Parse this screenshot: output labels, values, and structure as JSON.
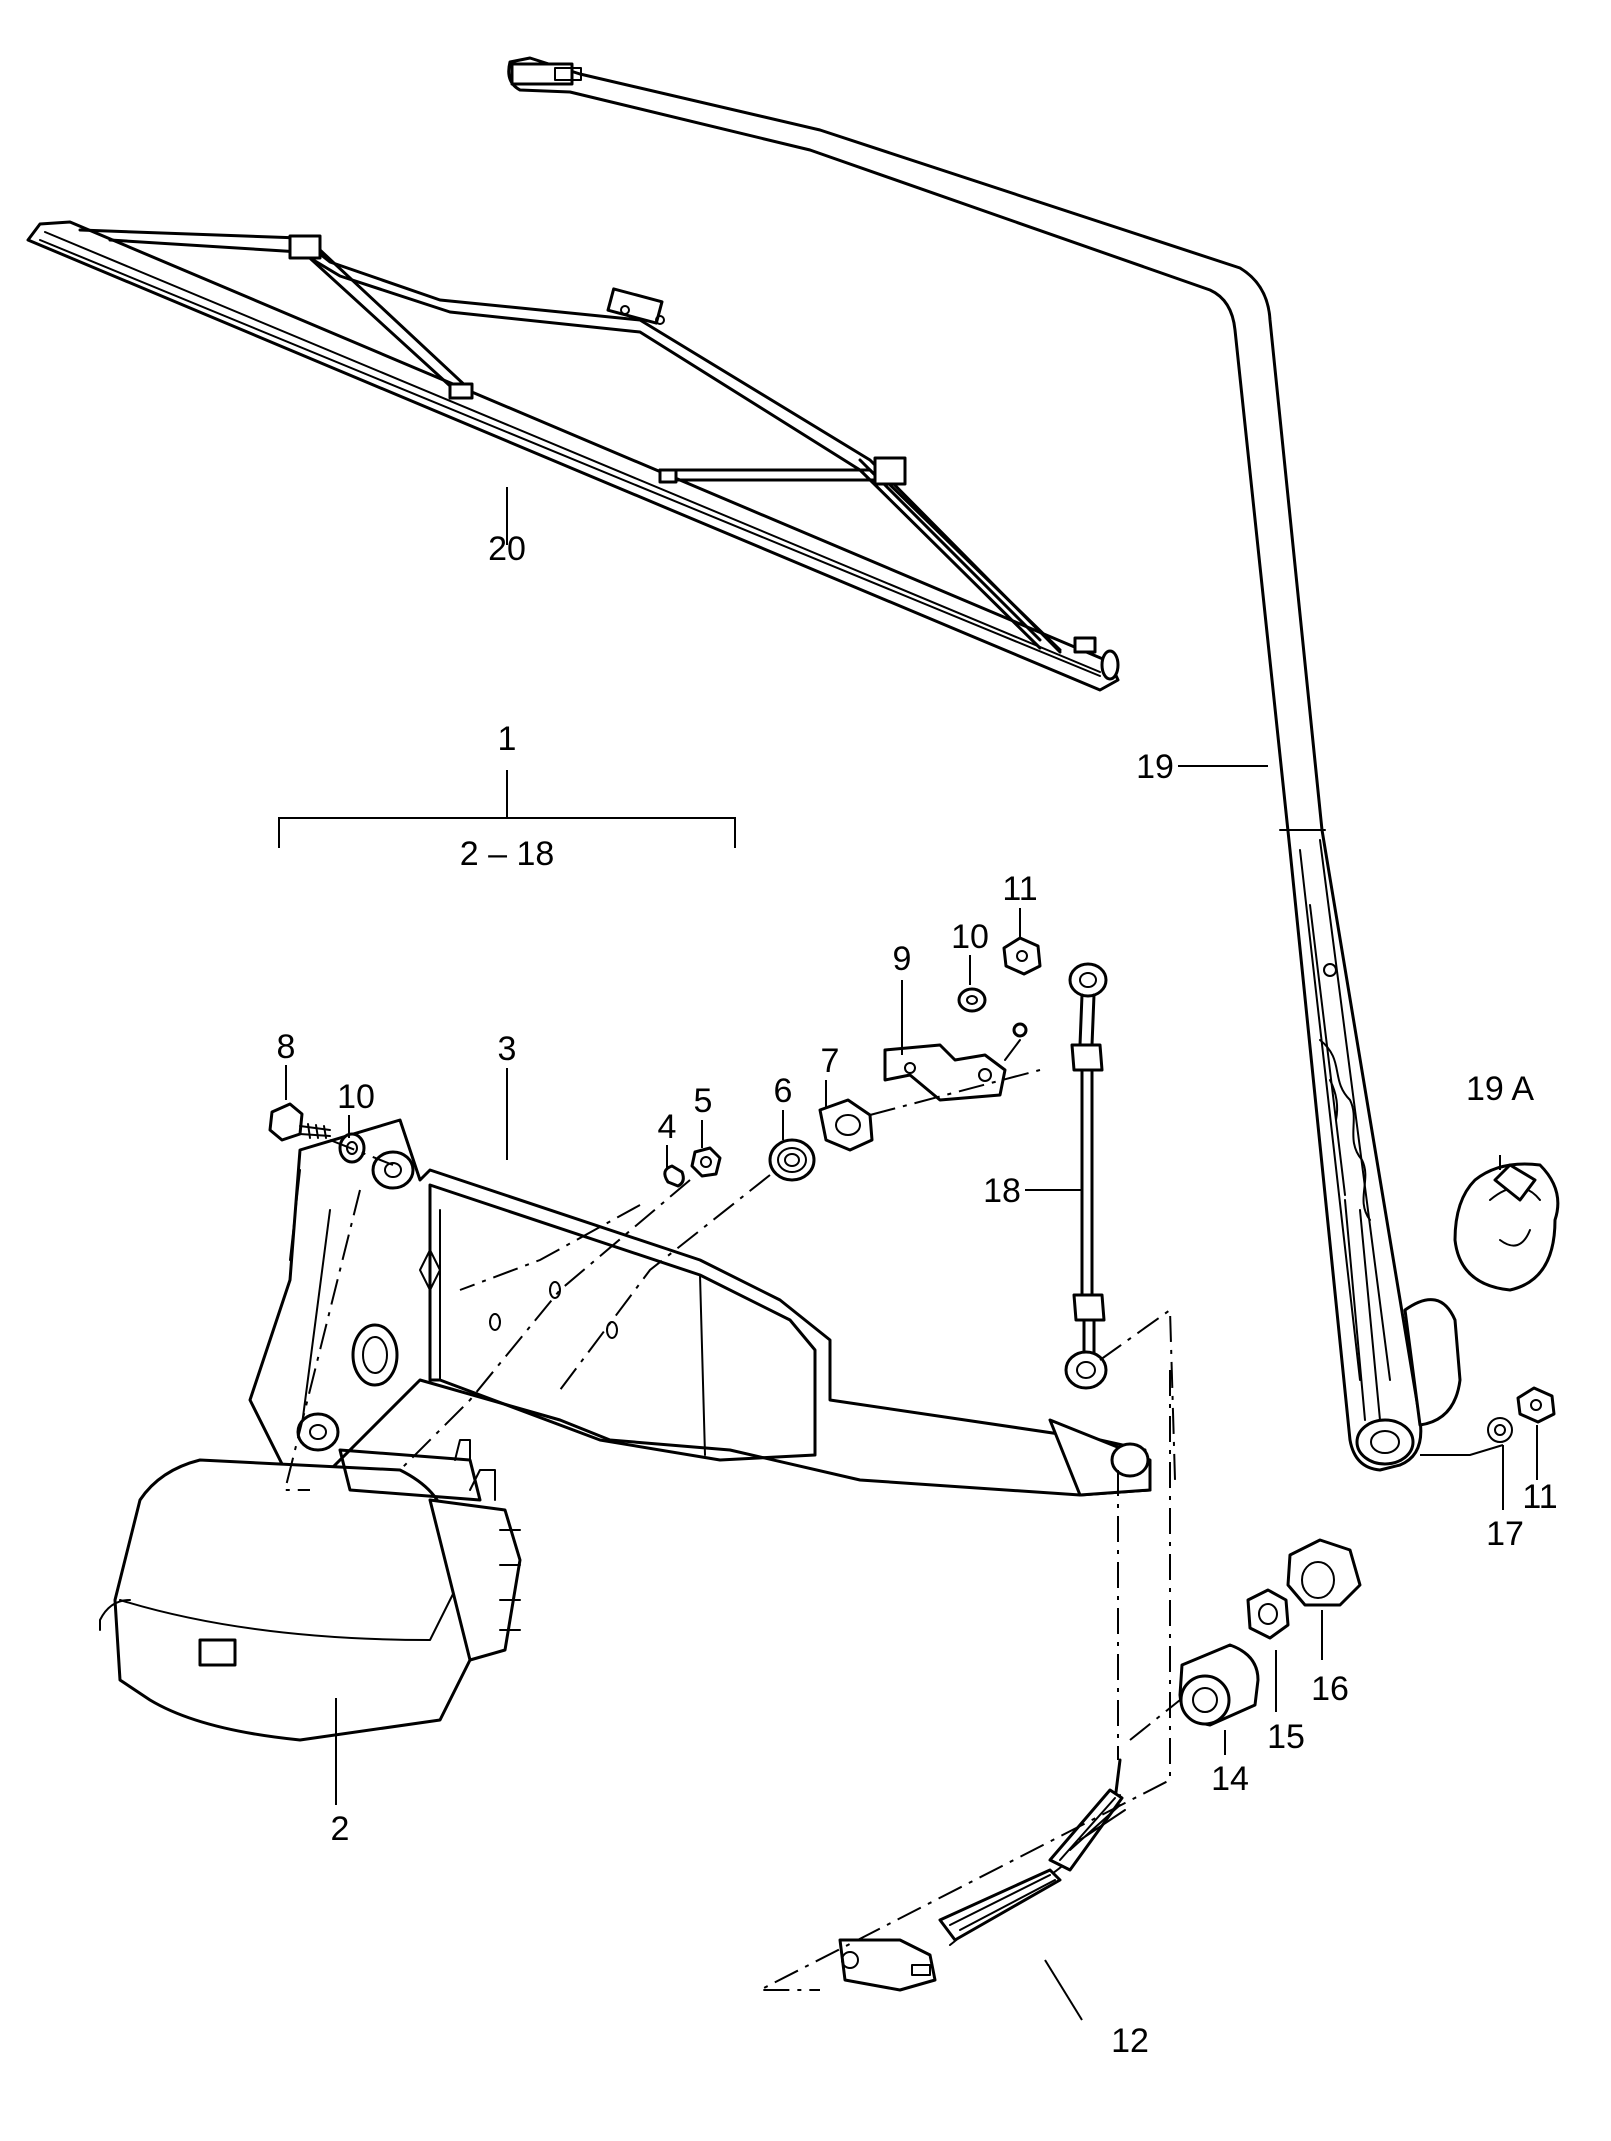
{
  "callouts": {
    "c1": "1",
    "c2_18": "2 – 18",
    "c2": "2",
    "c3": "3",
    "c4": "4",
    "c5": "5",
    "c6": "6",
    "c7": "7",
    "c8": "8",
    "c9": "9",
    "c10a": "10",
    "c10b": "10",
    "c11a": "11",
    "c11b": "11",
    "c12": "12",
    "c14": "14",
    "c15": "15",
    "c16": "16",
    "c17": "17",
    "c18": "18",
    "c19": "19",
    "c19a": "19 A",
    "c20": "20"
  }
}
